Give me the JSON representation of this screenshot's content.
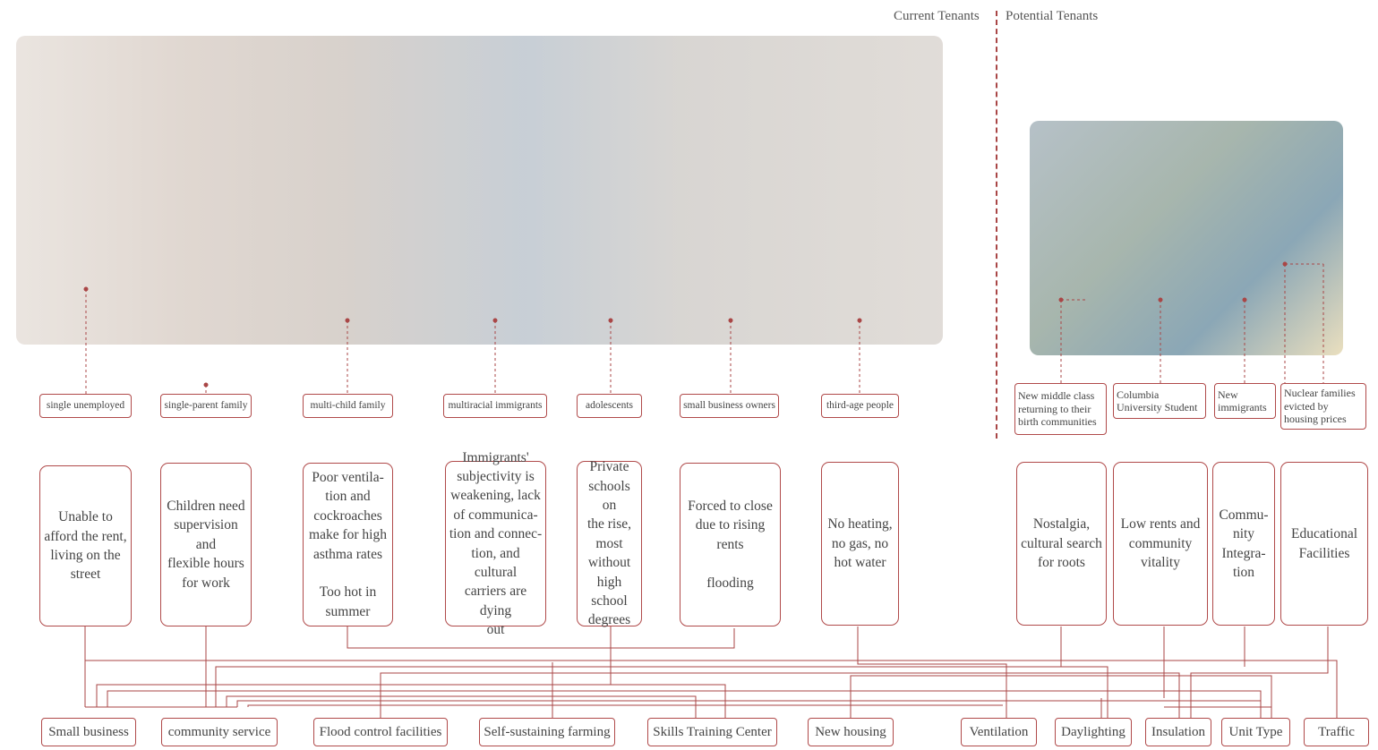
{
  "headers": {
    "current": "Current Tenants",
    "potential": "Potential Tenants"
  },
  "groups": [
    {
      "label": "single unemployed",
      "need": "Unable to\nafford the rent,\nliving on the\nstreet"
    },
    {
      "label": "single-parent family",
      "need": "Children need\nsupervision and\nflexible hours\nfor work"
    },
    {
      "label": "multi-child family",
      "need": "Poor ventila-\ntion and\ncockroaches\nmake for high\nasthma rates\n\nToo hot in\nsummer"
    },
    {
      "label": "multiracial immigrants",
      "need": "Immigrants'\nsubjectivity is\nweakening, lack\nof communica-\ntion and connec-\ntion, and cultural\ncarriers are dying\nout"
    },
    {
      "label": "adolescents",
      "need": "Private\nschools on\nthe rise,\nmost\nwithout\nhigh\nschool\ndegrees"
    },
    {
      "label": "small business owners",
      "need": "Forced to close\ndue to rising\nrents\n\nflooding"
    },
    {
      "label": "third-age people",
      "need": "No heating,\nno gas, no\nhot water"
    },
    {
      "label": "New middle class returning to their birth communities",
      "need": "Nostalgia,\ncultural search\nfor roots"
    },
    {
      "label": "Columbia University Student",
      "need": "Low rents and\ncommunity\nvitality"
    },
    {
      "label": "New immigrants",
      "need": "Commu-\nnity\nIntegra-\ntion"
    },
    {
      "label": "Nuclear families evicted by housing prices",
      "need": "Educational\nFacilities"
    }
  ],
  "facilities": [
    "Small business",
    "community service",
    "Flood control facilities",
    "Self-sustaining farming",
    "Skills Training Center",
    "New housing",
    "Ventilation",
    "Daylighting",
    "Insulation",
    "Unit Type",
    "Traffic"
  ],
  "colors": {
    "accent": "#a94646",
    "line": "#a94646",
    "text": "#444444"
  }
}
